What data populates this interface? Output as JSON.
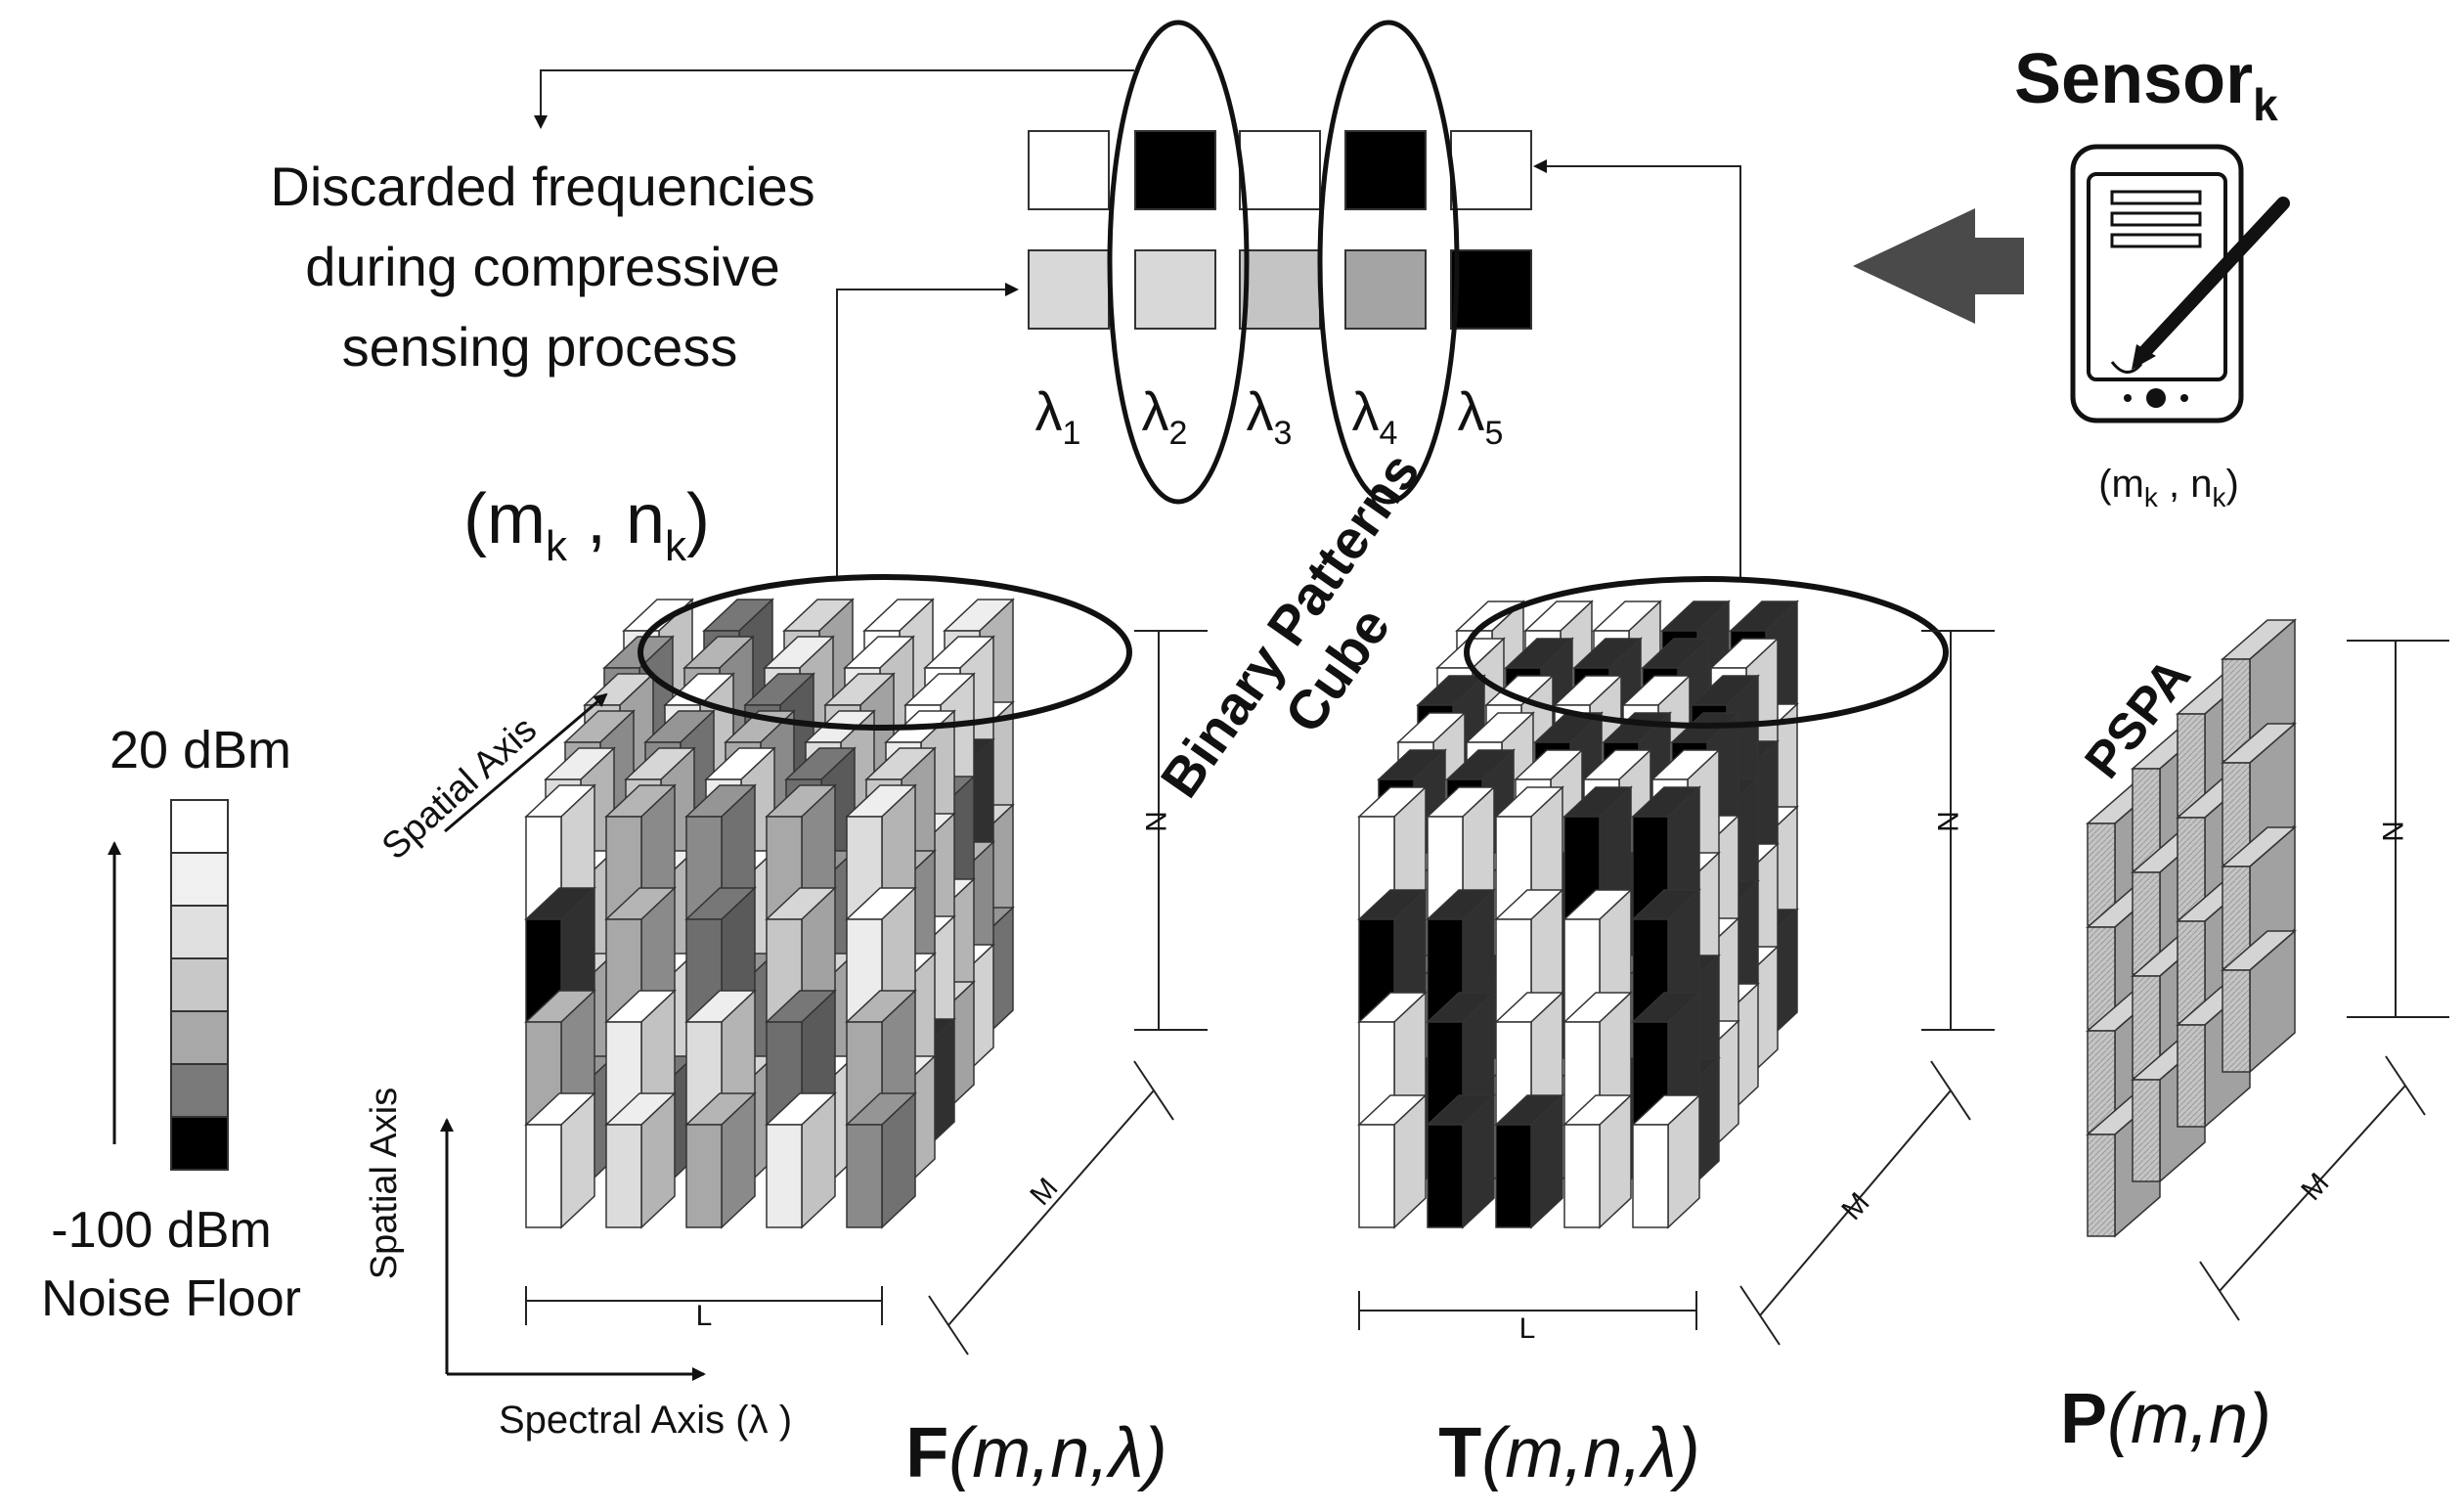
{
  "legend": {
    "top_label": "20 dBm",
    "bottom_label": "-100 dBm",
    "bottom_label2": "Noise Floor",
    "swatches": [
      "#ffffff",
      "#f0f0f0",
      "#e0e0e0",
      "#c8c8c8",
      "#a8a8a8",
      "#7a7a7a",
      "#000000"
    ]
  },
  "discarded": {
    "line1": "Discarded frequencies",
    "line2": "during compressive",
    "line3": "sensing process"
  },
  "spectrum": {
    "binary_row": [
      "#ffffff",
      "#000000",
      "#ffffff",
      "#000000",
      "#ffffff"
    ],
    "power_row": [
      "#d8d8d8",
      "#d8d8d8",
      "#c4c4c4",
      "#a4a4a4",
      "#000000"
    ],
    "wavelengths": [
      {
        "base": "λ",
        "sub": "1"
      },
      {
        "base": "λ",
        "sub": "2"
      },
      {
        "base": "λ",
        "sub": "3"
      },
      {
        "base": "λ",
        "sub": "4"
      },
      {
        "base": "λ",
        "sub": "5"
      }
    ]
  },
  "sensor": {
    "title": "Sensor",
    "title_sub": "k",
    "coords": {
      "open": "(m",
      "sub1": "k",
      "mid": " , n",
      "sub2": "k",
      "close": ")"
    }
  },
  "location": {
    "open": "(m",
    "sub1": "k",
    "mid": " , n",
    "sub2": "k",
    "close": ")"
  },
  "cube_f": {
    "formula_bold": "F",
    "formula_ital": "(m,n,λ)",
    "dim_n": "N",
    "dim_l": "L",
    "dim_m": "M",
    "axis_spatial_diag": "Spatial Axis",
    "axis_spatial_vert": "Spatial Axis",
    "axis_spectral": "Spectral Axis (λ )"
  },
  "cube_t": {
    "formula_bold": "T",
    "formula_ital": "(m,n,λ)",
    "dim_n": "N",
    "dim_l": "L",
    "dim_m": "M",
    "label_line1": "Binary Patterns",
    "label_line2": "Cube"
  },
  "cube_p": {
    "formula_bold": "P",
    "formula_ital": "(m,n)",
    "dim_n": "N",
    "dim_m": "M",
    "label": "PSPA"
  }
}
